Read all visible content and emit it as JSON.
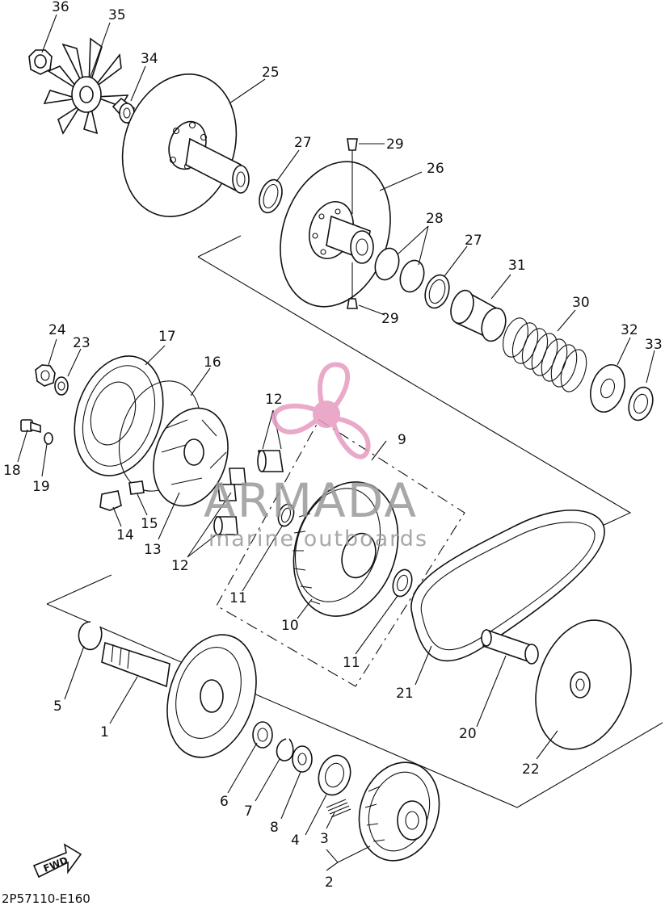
{
  "diagram_code": "2P57110-E160",
  "watermark": {
    "brand": "ARMADA",
    "tagline": "marine outboards",
    "color": "#e79bc0"
  },
  "fwd_label": "FWD",
  "callouts": {
    "p1": "1",
    "p2": "2",
    "p3": "3",
    "p4": "4",
    "p5": "5",
    "p6": "6",
    "p7": "7",
    "p8": "8",
    "p9": "9",
    "p10": "10",
    "p11a": "11",
    "p11b": "11",
    "p12a": "12",
    "p12b": "12",
    "p13": "13",
    "p14": "14",
    "p15": "15",
    "p16": "16",
    "p17": "17",
    "p18": "18",
    "p19": "19",
    "p20": "20",
    "p21": "21",
    "p22": "22",
    "p23": "23",
    "p24": "24",
    "p25": "25",
    "p26": "26",
    "p27a": "27",
    "p27b": "27",
    "p28": "28",
    "p29a": "29",
    "p29b": "29",
    "p30": "30",
    "p31": "31",
    "p32": "32",
    "p33": "33",
    "p34": "34",
    "p35": "35",
    "p36": "36"
  }
}
